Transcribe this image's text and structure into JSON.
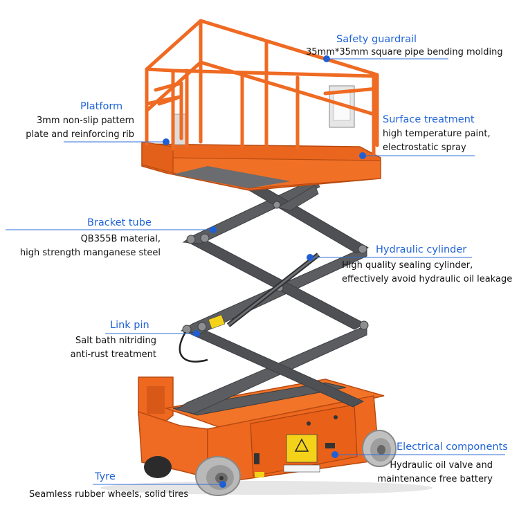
{
  "callouts": {
    "safety_guardrail": {
      "title": "Safety guardrail",
      "desc": [
        "35mm*35mm square pipe bending molding"
      ]
    },
    "platform": {
      "title": "Platform",
      "desc": [
        "3mm non-slip pattern",
        "plate and reinforcing rib"
      ]
    },
    "surface_treatment": {
      "title": "Surface treatment",
      "desc": [
        "high temperature paint,",
        "electrostatic spray"
      ]
    },
    "bracket_tube": {
      "title": "Bracket tube",
      "desc": [
        "QB355B material,",
        "high strength manganese steel"
      ]
    },
    "hydraulic_cylinder": {
      "title": "Hydraulic cylinder",
      "desc": [
        "High quality sealing cylinder,",
        "effectively avoid hydraulic oil leakage"
      ]
    },
    "link_pin": {
      "title": "Link pin",
      "desc": [
        "Salt bath nitriding",
        "anti-rust treatment"
      ]
    },
    "electrical_components": {
      "title": "Electrical components",
      "desc": [
        "Hydraulic oil valve and",
        "maintenance free battery"
      ]
    },
    "tyre": {
      "title": "Tyre",
      "desc": [
        "Seamless rubber wheels, solid tires"
      ]
    }
  },
  "colors": {
    "machine_orange": "#ef6a22",
    "scissor_gray": "#5b5d60",
    "label_blue": "#1f63d6"
  }
}
